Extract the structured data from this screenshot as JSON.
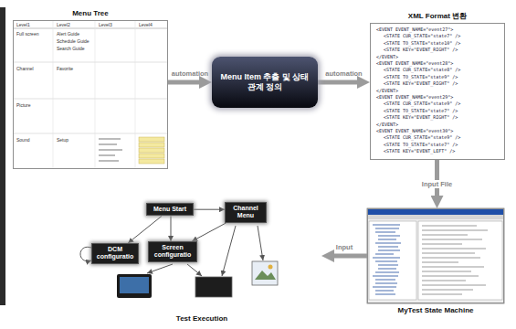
{
  "diagram": {
    "nodes": [
      {
        "text": [
          "Menu Tree"
        ]
      },
      {
        "text": [
          "Menu Item 추출 및 상태 관계 정의"
        ]
      },
      {
        "text": [
          "XML Format 변환"
        ]
      },
      {
        "text": [
          "Test Execution"
        ]
      },
      {
        "text": [
          "Menu Start"
        ],
        "in": 3
      },
      {
        "text": [
          "Channel Menu"
        ],
        "in": 3
      },
      {
        "text": [
          "DCM configuratio"
        ],
        "in": 3
      },
      {
        "text": [
          "Screen configuratio"
        ],
        "in": 3
      },
      {
        "text": [
          "MyTest State Machine"
        ]
      }
    ],
    "edges": [
      {
        "from": 0,
        "to": 1,
        "label": "automation",
        "arrow": "to"
      },
      {
        "from": 1,
        "to": 2,
        "label": "automation",
        "arrow": "to"
      },
      {
        "from": 2,
        "to": 8,
        "label": "Input File",
        "arrow": "to"
      },
      {
        "from": 8,
        "to": 3,
        "label": "Input",
        "arrow": "to"
      },
      {
        "from": 4,
        "to": 5,
        "arrow": "to"
      },
      {
        "from": 4,
        "to": 6,
        "arrow": "to"
      },
      {
        "from": 4,
        "to": 7,
        "arrow": "to"
      },
      {
        "from": 5,
        "to": 7,
        "arrow": "to"
      }
    ],
    "labels": [
      "Level1",
      "Level2",
      "Level3",
      "Level4",
      "Full screen",
      "Alert Guide",
      "Schedule Guide",
      "Search Guide",
      "Channel",
      "Favorite",
      "Picture",
      "Sound",
      "Setup",
      "<EVENT EVENT_NAME=\"event27\">",
      "<STATE CUR_STATE=\"state7\" />",
      "<STATE TO_STATE=\"state10\" />",
      "<STATE KEY=\"EVENT_RIGHT\" />",
      "</EVENT>",
      "<EVENT EVENT_NAME=\"event28\">",
      "<STATE CUR_STATE=\"state8\" />",
      "<STATE TO_STATE=\"state9\" />",
      "<STATE KEY=\"EVENT_RIGHT\" />",
      "</EVENT>",
      "<EVENT EVENT_NAME=\"event29\">",
      "<STATE CUR_STATE=\"state9\" />",
      "<STATE TO_STATE=\"state7\" />",
      "<STATE KEY=\"EVENT_RIGHT\" />",
      "</EVENT>",
      "<EVENT EVENT_NAME=\"event30\">",
      "<STATE CUR_STATE=\"state9\" />",
      "<STATE TO_STATE=\"state7\" />",
      "<STATE KEY=\"EVENT_LEFT\" />"
    ]
  }
}
